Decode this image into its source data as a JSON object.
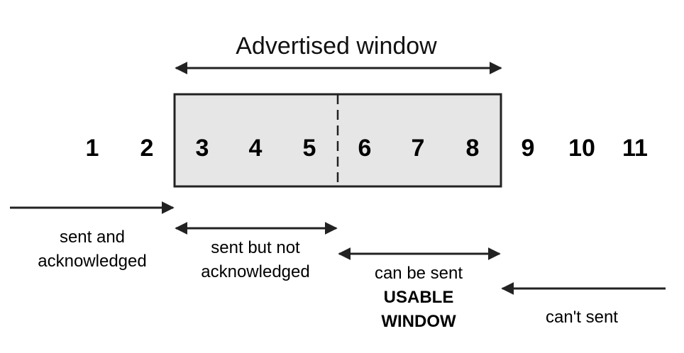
{
  "title": "Advertised window",
  "sequence_numbers": [
    "1",
    "2",
    "3",
    "4",
    "5",
    "6",
    "7",
    "8",
    "9",
    "10",
    "11"
  ],
  "labels": {
    "sent_acknowledged": [
      "sent and",
      "acknowledged"
    ],
    "sent_not_acknowledged": [
      "sent but not",
      "acknowledged"
    ],
    "can_be_sent": "can be sent",
    "usable_window": [
      "USABLE",
      "WINDOW"
    ],
    "cant_sent": "can't sent"
  },
  "colors": {
    "window_fill": "#e6e6e6",
    "stroke": "#222222",
    "text": "#111111"
  }
}
